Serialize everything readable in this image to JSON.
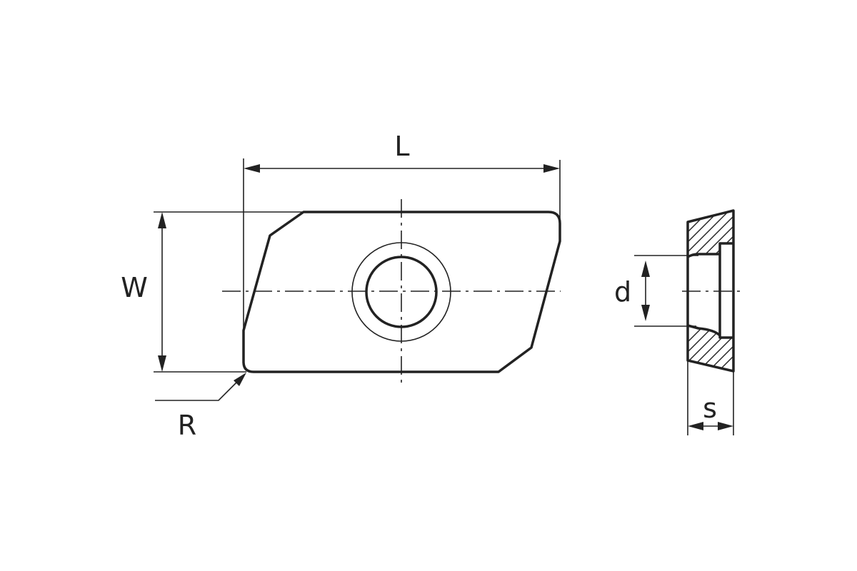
{
  "labels": {
    "length": "L",
    "width": "W",
    "radius": "R",
    "hole_diameter": "d",
    "thickness": "s"
  }
}
